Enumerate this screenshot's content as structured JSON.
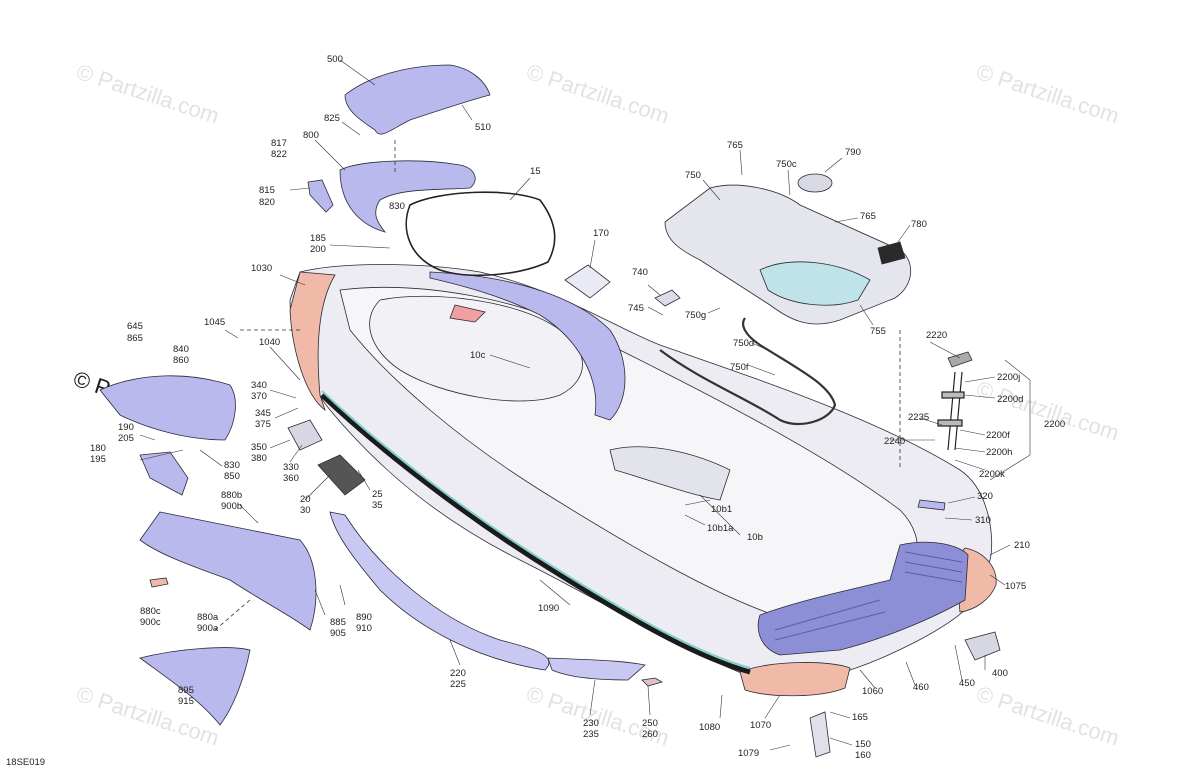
{
  "diagram_code": "18SE019",
  "watermark": {
    "text": "Partzilla.com",
    "copyright_symbol": "©"
  },
  "colors": {
    "hull_fill": "#e9e9ef",
    "part_lavender": "#b9b9ee",
    "part_salmon": "#f0b9a8",
    "deck_pad": "#8d8fd6",
    "strip_teal": "#7fd0cc",
    "lines": "#2b2b3a"
  },
  "callouts": {
    "l500": "500",
    "l510": "510",
    "l825": "825",
    "l817": "817",
    "l822": "822",
    "l800": "800",
    "l815": "815",
    "l820": "820",
    "l830": "830",
    "l15": "15",
    "l185": "185",
    "l200": "200",
    "l170": "170",
    "l1030": "1030",
    "l645": "645",
    "l865": "865",
    "l1045": "1045",
    "l840": "840",
    "l860": "860",
    "l1040": "1040",
    "l340": "340",
    "l370": "370",
    "l345": "345",
    "l375": "375",
    "l190": "190",
    "l205": "205",
    "l350": "350",
    "l380": "380",
    "l180": "180",
    "l195": "195",
    "l830b": "830",
    "l850": "850",
    "l330": "330",
    "l360": "360",
    "l20": "20",
    "l30": "30",
    "l25": "25",
    "l35": "35",
    "l880b": "880b",
    "l900b": "900b",
    "l880c": "880c",
    "l900c": "900c",
    "l880a": "880a",
    "l900a": "900a",
    "l885": "885",
    "l905": "905",
    "l890": "890",
    "l910": "910",
    "l895": "895",
    "l915": "915",
    "l1090": "1090",
    "l220": "220",
    "l225": "225",
    "l230": "230",
    "l235": "235",
    "l250": "250",
    "l260": "260",
    "l1080": "1080",
    "l1070": "1070",
    "l1079": "1079",
    "l165": "165",
    "l150": "150",
    "l160": "160",
    "l1060": "1060",
    "l460": "460",
    "l450": "450",
    "l400": "400",
    "l1075": "1075",
    "l210": "210",
    "l320": "320",
    "l310": "310",
    "l10c": "10c",
    "l10b1": "10b1",
    "l10b1a": "10b1a",
    "l10b": "10b",
    "l740": "740",
    "l745": "745",
    "l750g": "750g",
    "l750d": "750d",
    "l750f": "750f",
    "l765": "765",
    "l750c": "750c",
    "l790": "790",
    "l750": "750",
    "l765b": "765",
    "l780": "780",
    "l755": "755",
    "l2220": "2220",
    "l2200j": "2200j",
    "l2200d": "2200d",
    "l2235": "2235",
    "l2240": "2240",
    "l2200f": "2200f",
    "l2200h": "2200h",
    "l2200k": "2200k",
    "l2200": "2200"
  }
}
